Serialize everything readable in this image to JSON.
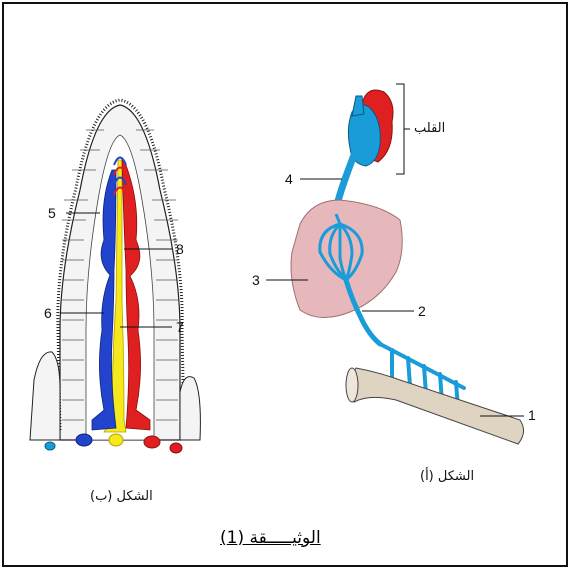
{
  "document_title": "الوثيـــــقة (1)",
  "figure_a": {
    "caption": "الشكل (أ)",
    "heart_label": "القلب",
    "labels": [
      "1",
      "2",
      "3",
      "4"
    ]
  },
  "figure_b": {
    "caption": "الشكل (ب)",
    "labels": [
      "5",
      "6",
      "7",
      "8"
    ]
  },
  "colors": {
    "vein_blue": "#1a9cd8",
    "deep_blue": "#2244cc",
    "artery_red": "#e02020",
    "lymph_yellow": "#f5e81c",
    "liver_pink": "#e6b8bc",
    "intestine_beige": "#dfd3c2"
  }
}
